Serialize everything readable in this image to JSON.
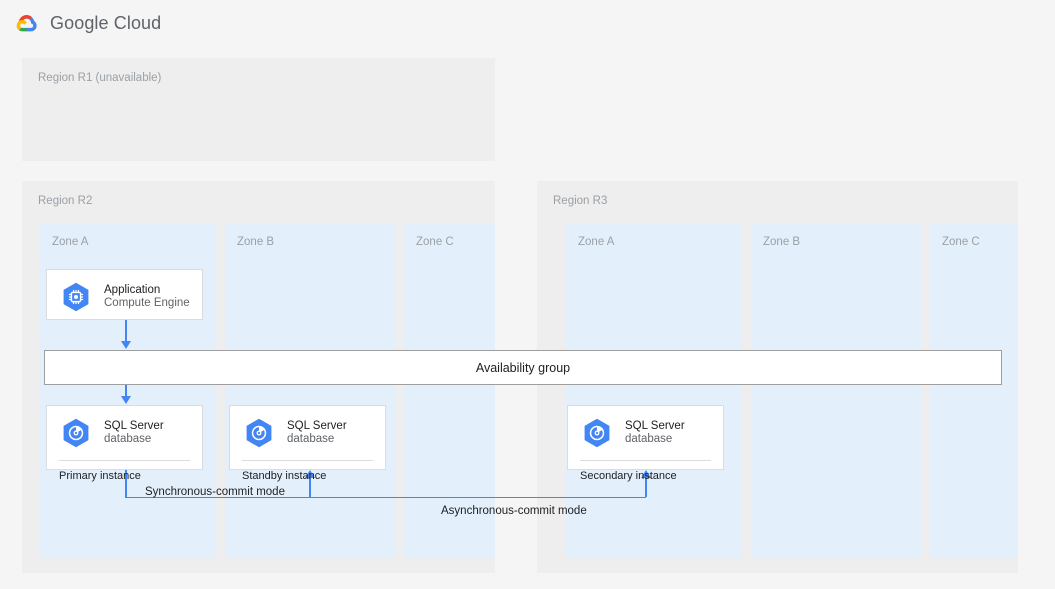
{
  "header": {
    "logo_icon": "google-cloud-logo-icon",
    "brand": "Google Cloud"
  },
  "diagram": {
    "availability_group_label": "Availability group",
    "regions": [
      {
        "id": "r1",
        "label": "Region R1 (unavailable)",
        "zones": []
      },
      {
        "id": "r2",
        "label": "Region R2",
        "zones": [
          {
            "id": "a",
            "label": "Zone A"
          },
          {
            "id": "b",
            "label": "Zone B"
          },
          {
            "id": "c",
            "label": "Zone C"
          }
        ]
      },
      {
        "id": "r3",
        "label": "Region R3",
        "zones": [
          {
            "id": "a",
            "label": "Zone A"
          },
          {
            "id": "b",
            "label": "Zone B"
          },
          {
            "id": "c",
            "label": "Zone C"
          }
        ]
      }
    ],
    "cards": {
      "application": {
        "icon": "compute-engine-icon",
        "title": "Application",
        "subtitle": "Compute Engine"
      },
      "primary": {
        "icon": "sql-server-database-icon",
        "title": "SQL Server",
        "subtitle": "database",
        "footer": "Primary instance"
      },
      "standby": {
        "icon": "sql-server-database-icon",
        "title": "SQL Server",
        "subtitle": "database",
        "footer": "Standby instance"
      },
      "secondary": {
        "icon": "sql-server-database-icon",
        "title": "SQL Server",
        "subtitle": "database",
        "footer": "Secondary instance"
      }
    },
    "connectors": {
      "synchronous_label": "Synchronous-commit mode",
      "asynchronous_label": "Asynchronous-commit mode"
    },
    "colors": {
      "region_bg": "#eeeeee",
      "zone_bg": "#e3f0fc",
      "connector": "#4285f4",
      "icon_blue": "#4285f4",
      "page_bg": "#f5f5f5",
      "muted_text": "#9aa0a6"
    }
  }
}
